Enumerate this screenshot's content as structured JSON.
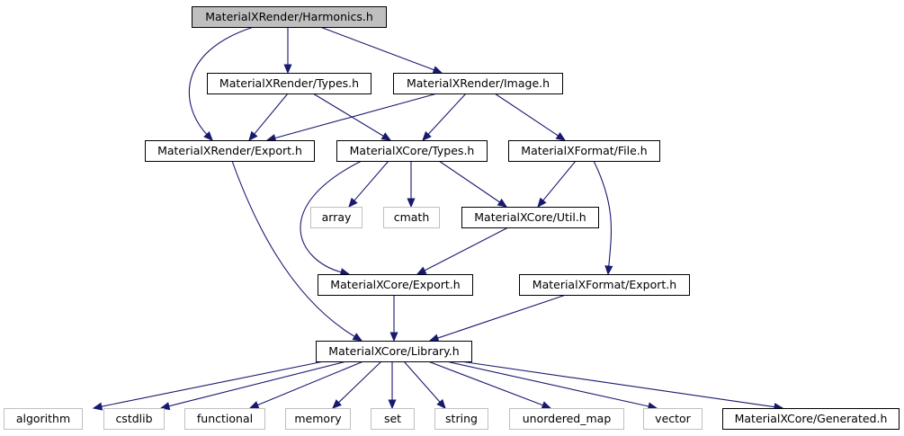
{
  "colors": {
    "edge": "#191970",
    "root_fill": "#bfbfbf",
    "node_border": "#000000",
    "external_border": "#bfbfbf",
    "background": "#ffffff"
  },
  "nodes": [
    {
      "id": "harmonics",
      "label": "MaterialXRender/Harmonics.h",
      "kind": "root"
    },
    {
      "id": "render_types",
      "label": "MaterialXRender/Types.h",
      "kind": "internal"
    },
    {
      "id": "render_image",
      "label": "MaterialXRender/Image.h",
      "kind": "internal"
    },
    {
      "id": "render_export",
      "label": "MaterialXRender/Export.h",
      "kind": "internal"
    },
    {
      "id": "core_types",
      "label": "MaterialXCore/Types.h",
      "kind": "internal"
    },
    {
      "id": "format_file",
      "label": "MaterialXFormat/File.h",
      "kind": "internal"
    },
    {
      "id": "array",
      "label": "array",
      "kind": "external"
    },
    {
      "id": "cmath",
      "label": "cmath",
      "kind": "external"
    },
    {
      "id": "core_util",
      "label": "MaterialXCore/Util.h",
      "kind": "internal"
    },
    {
      "id": "core_export",
      "label": "MaterialXCore/Export.h",
      "kind": "internal"
    },
    {
      "id": "format_export",
      "label": "MaterialXFormat/Export.h",
      "kind": "internal"
    },
    {
      "id": "core_library",
      "label": "MaterialXCore/Library.h",
      "kind": "internal"
    },
    {
      "id": "algorithm",
      "label": "algorithm",
      "kind": "external"
    },
    {
      "id": "cstdlib",
      "label": "cstdlib",
      "kind": "external"
    },
    {
      "id": "functional",
      "label": "functional",
      "kind": "external"
    },
    {
      "id": "memory",
      "label": "memory",
      "kind": "external"
    },
    {
      "id": "set",
      "label": "set",
      "kind": "external"
    },
    {
      "id": "string",
      "label": "string",
      "kind": "external"
    },
    {
      "id": "unordered_map",
      "label": "unordered_map",
      "kind": "external"
    },
    {
      "id": "vector",
      "label": "vector",
      "kind": "external"
    },
    {
      "id": "core_generated",
      "label": "MaterialXCore/Generated.h",
      "kind": "internal"
    }
  ],
  "edges": [
    {
      "from": "harmonics",
      "to": "render_types"
    },
    {
      "from": "harmonics",
      "to": "render_image"
    },
    {
      "from": "harmonics",
      "to": "render_export"
    },
    {
      "from": "render_types",
      "to": "render_export"
    },
    {
      "from": "render_types",
      "to": "core_types"
    },
    {
      "from": "render_image",
      "to": "render_export"
    },
    {
      "from": "render_image",
      "to": "core_types"
    },
    {
      "from": "render_image",
      "to": "format_file"
    },
    {
      "from": "render_export",
      "to": "core_library"
    },
    {
      "from": "core_types",
      "to": "array"
    },
    {
      "from": "core_types",
      "to": "cmath"
    },
    {
      "from": "core_types",
      "to": "core_util"
    },
    {
      "from": "core_types",
      "to": "core_export"
    },
    {
      "from": "format_file",
      "to": "core_util"
    },
    {
      "from": "format_file",
      "to": "format_export"
    },
    {
      "from": "core_util",
      "to": "core_export"
    },
    {
      "from": "core_export",
      "to": "core_library"
    },
    {
      "from": "format_export",
      "to": "core_library"
    },
    {
      "from": "core_library",
      "to": "algorithm"
    },
    {
      "from": "core_library",
      "to": "cstdlib"
    },
    {
      "from": "core_library",
      "to": "functional"
    },
    {
      "from": "core_library",
      "to": "memory"
    },
    {
      "from": "core_library",
      "to": "set"
    },
    {
      "from": "core_library",
      "to": "string"
    },
    {
      "from": "core_library",
      "to": "unordered_map"
    },
    {
      "from": "core_library",
      "to": "vector"
    },
    {
      "from": "core_library",
      "to": "core_generated"
    }
  ]
}
